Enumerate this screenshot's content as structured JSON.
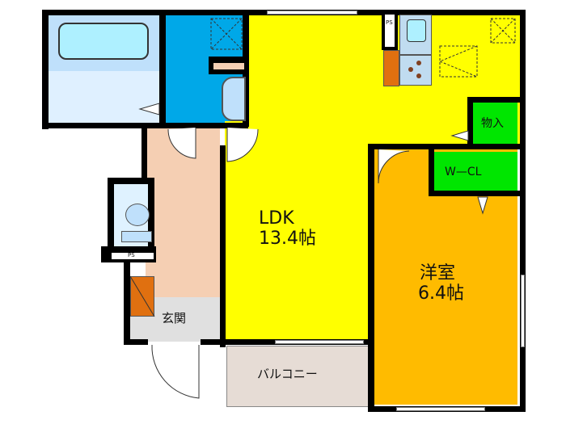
{
  "floorplan": {
    "rooms": {
      "ldk": {
        "name": "LDK",
        "size": "13.4帖",
        "color": "#ffff00"
      },
      "western_room": {
        "name": "洋室",
        "size": "6.4帖",
        "color": "#ffbb00"
      },
      "entrance": {
        "name": "玄関",
        "color": "#e0e0e0"
      },
      "balcony": {
        "name": "バルコニー",
        "color": "#e6dcd5"
      },
      "storage": {
        "name": "物入",
        "color": "#00e600"
      },
      "walk_in_closet": {
        "name": "W—CL",
        "color": "#00e600"
      },
      "bathroom": {
        "color": "#cce6ff"
      },
      "washroom": {
        "color": "#00a8e8"
      },
      "hallway": {
        "color": "#f5cfb3"
      },
      "toilet": {
        "color": "#dff2ff"
      }
    },
    "labels": {
      "ps_kitchen": "PS",
      "ps_toilet": "PS"
    },
    "colors": {
      "wall": "#000000",
      "shoe_box": "#e07010",
      "kitchen_counter": "#c0dcf0"
    }
  }
}
